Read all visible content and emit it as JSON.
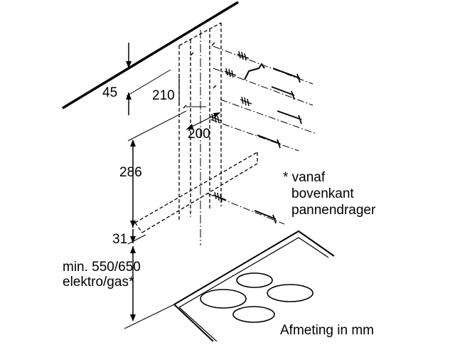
{
  "dimensions": {
    "ceiling_gap": "45",
    "bracket_offset": "210",
    "hole_spacing": "200",
    "chimney_height": "286",
    "lower_offset": "31",
    "min_height_line1": "min. 550/650",
    "min_height_line2": "elektro/gas*"
  },
  "note": {
    "line1": "* vanaf",
    "line2": "bovenkant",
    "line3": "pannendrager"
  },
  "footer": {
    "units": "Afmeting in mm"
  },
  "colors": {
    "ink": "#000000",
    "background": "#ffffff"
  }
}
